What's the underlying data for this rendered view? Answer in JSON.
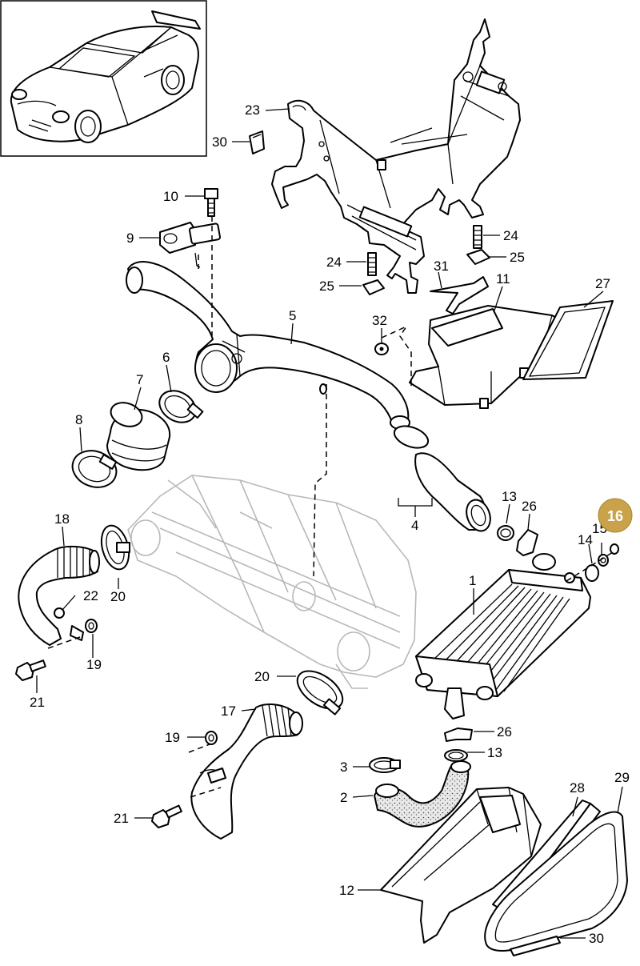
{
  "diagram": {
    "highlight_color": "#c9a24a",
    "highlight_label": "16",
    "callouts": [
      {
        "id": "c23",
        "label": "23"
      },
      {
        "id": "c30a",
        "label": "30"
      },
      {
        "id": "c10",
        "label": "10"
      },
      {
        "id": "c9",
        "label": "9"
      },
      {
        "id": "c24a",
        "label": "24"
      },
      {
        "id": "c25a",
        "label": "25"
      },
      {
        "id": "c24b",
        "label": "24"
      },
      {
        "id": "c25b",
        "label": "25"
      },
      {
        "id": "c31",
        "label": "31"
      },
      {
        "id": "c11",
        "label": "11"
      },
      {
        "id": "c27",
        "label": "27"
      },
      {
        "id": "c32",
        "label": "32"
      },
      {
        "id": "c5",
        "label": "5"
      },
      {
        "id": "c6",
        "label": "6"
      },
      {
        "id": "c7",
        "label": "7"
      },
      {
        "id": "c8",
        "label": "8"
      },
      {
        "id": "c4",
        "label": "4"
      },
      {
        "id": "c13a",
        "label": "13"
      },
      {
        "id": "c26a",
        "label": "26"
      },
      {
        "id": "c15",
        "label": "15"
      },
      {
        "id": "c14",
        "label": "14"
      },
      {
        "id": "c18",
        "label": "18"
      },
      {
        "id": "c20a",
        "label": "20"
      },
      {
        "id": "c22",
        "label": "22"
      },
      {
        "id": "c19a",
        "label": "19"
      },
      {
        "id": "c21a",
        "label": "21"
      },
      {
        "id": "c1",
        "label": "1"
      },
      {
        "id": "c20b",
        "label": "20"
      },
      {
        "id": "c17",
        "label": "17"
      },
      {
        "id": "c26b",
        "label": "26"
      },
      {
        "id": "c13b",
        "label": "13"
      },
      {
        "id": "c19b",
        "label": "19"
      },
      {
        "id": "c3",
        "label": "3"
      },
      {
        "id": "c2",
        "label": "2"
      },
      {
        "id": "c21b",
        "label": "21"
      },
      {
        "id": "c28",
        "label": "28"
      },
      {
        "id": "c29",
        "label": "29"
      },
      {
        "id": "c12",
        "label": "12"
      },
      {
        "id": "c30b",
        "label": "30"
      }
    ]
  }
}
